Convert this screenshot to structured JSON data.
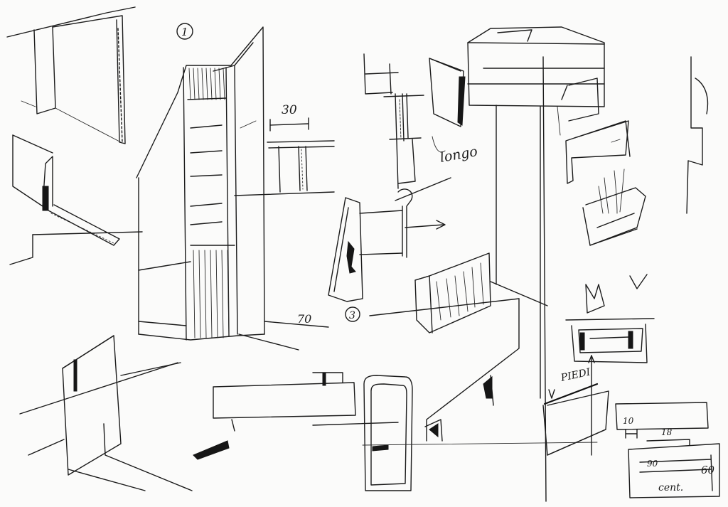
{
  "sketch": {
    "labels": {
      "view_1": "1",
      "view_3": "3",
      "dim_30": "30",
      "dim_70": "70",
      "note_longo": "longo",
      "note_piedi": "PIEDI",
      "dim_10": "10",
      "dim_18": "18",
      "dim_90": "90",
      "dim_60": "60",
      "note_cent": "cent."
    },
    "colors": {
      "ink": "#1b1b1b",
      "paper": "#fbfbfa"
    }
  }
}
